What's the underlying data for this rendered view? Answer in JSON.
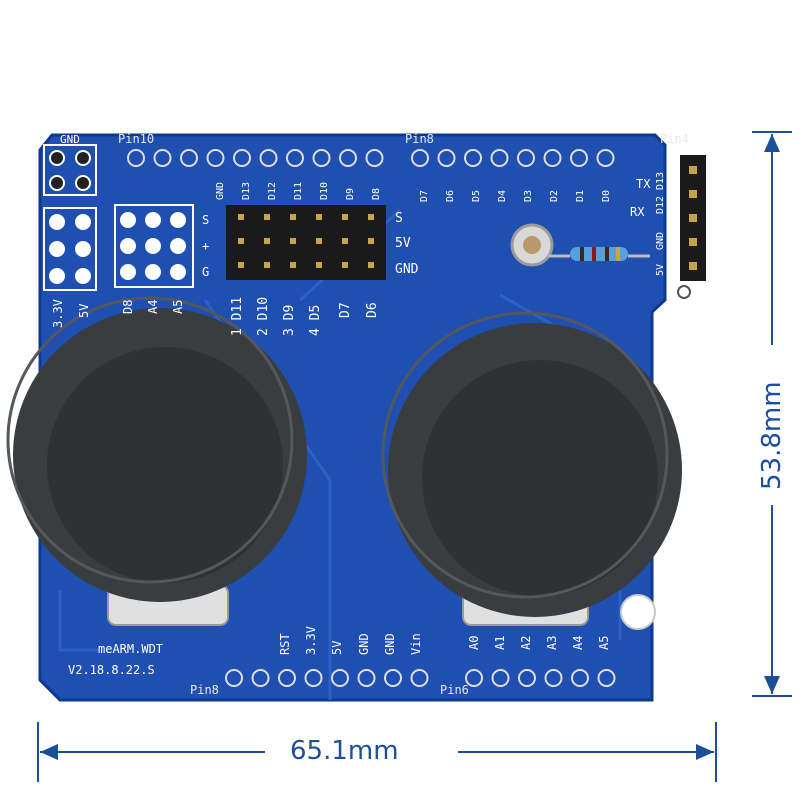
{
  "dimensions": {
    "width_label": "65.1mm",
    "height_label": "53.8mm"
  },
  "board": {
    "name": "meARM.WDT",
    "version": "V2.18.8.22.S",
    "pin_top_left": "Pin10",
    "pin_top_middle": "Pin8",
    "pin_top_right": "Pin4",
    "pin_bottom_left": "Pin8",
    "pin_bottom_right": "Pin6",
    "gnd_label": "GND",
    "top_left_header": [
      "GND",
      "D13",
      "D12",
      "D11",
      "D10",
      "D9",
      "D8"
    ],
    "top_right_header": [
      "D7",
      "D6",
      "D5",
      "D4",
      "D3",
      "D2",
      "D1",
      "D0"
    ],
    "left_power": [
      "3.3V",
      "5V"
    ],
    "analog_small": [
      "D8",
      "A4",
      "A5"
    ],
    "sg_labels": [
      "S",
      "+",
      "G"
    ],
    "servo_rows": [
      "S",
      "5V",
      "GND"
    ],
    "servo_channels": [
      "1 D11",
      "2 D10",
      "3 D9",
      "4 D5",
      "D7",
      "D6"
    ],
    "uart": [
      "TX",
      "RX"
    ],
    "right_header": [
      "5V",
      "GND",
      "D12",
      "D13"
    ],
    "power_header": [
      "RST",
      "3.3V",
      "5V",
      "GND",
      "GND",
      "Vin"
    ],
    "analog_header": [
      "A0",
      "A1",
      "A2",
      "A3",
      "A4",
      "A5"
    ]
  },
  "colors": {
    "pcb": "#1f4fb0",
    "pcb_edge": "#0d3a8f",
    "silkscreen": "#ffffff",
    "dimension": "#1b4f9a",
    "joystick": "#3a3d40",
    "header": "#1a1a1a"
  }
}
